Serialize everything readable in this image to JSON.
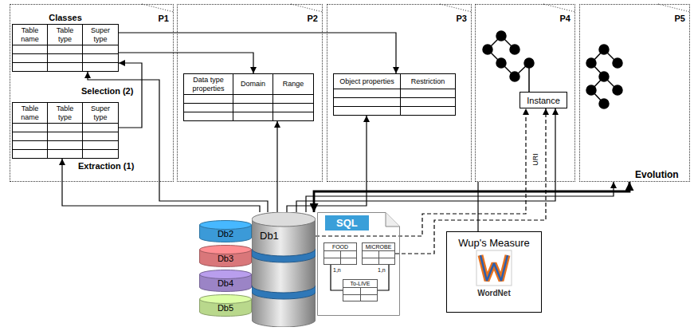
{
  "diagram": {
    "nodes": [
      {
        "text": [
          "P1"
        ]
      },
      {
        "text": [
          "Classes",
          "Table name",
          "Table type",
          "Super type"
        ],
        "in": 0
      },
      {
        "text": [
          "Table name",
          "Table type",
          "Super type"
        ],
        "in": 0
      },
      {
        "text": [
          "P2"
        ]
      },
      {
        "text": [
          "Data type properties",
          "Domain",
          "Range"
        ],
        "in": 3
      },
      {
        "text": [
          "P3"
        ]
      },
      {
        "text": [
          "Object properties",
          "Restriction"
        ],
        "in": 5
      },
      {
        "text": [
          "P4"
        ]
      },
      {
        "text": [
          "Instance"
        ],
        "in": 7
      },
      {
        "text": [
          "P5"
        ]
      },
      {
        "text": [
          "Db1"
        ]
      },
      {
        "text": [
          "Db2"
        ]
      },
      {
        "text": [
          "Db3"
        ]
      },
      {
        "text": [
          "Db4"
        ]
      },
      {
        "text": [
          "Db5"
        ]
      },
      {
        "text": [
          "SQL"
        ]
      },
      {
        "text": [
          "FOOD"
        ],
        "in": 15
      },
      {
        "text": [
          "MICROBE"
        ],
        "in": 15
      },
      {
        "text": [
          "To-LIVE"
        ],
        "in": 15
      },
      {
        "text": [
          "Wup's Measure",
          "WordNet"
        ]
      }
    ],
    "edges": [
      {
        "from": 1,
        "to": 6,
        "arrow": "to"
      },
      {
        "from": 1,
        "to": 4,
        "arrow": "to"
      },
      {
        "from": 2,
        "to": 1,
        "arrow": "to"
      },
      {
        "from": 10,
        "to": 2,
        "arrow": "to"
      },
      {
        "from": 10,
        "to": 1,
        "arrow": "to"
      },
      {
        "from": 10,
        "to": 4,
        "arrow": "to"
      },
      {
        "from": 10,
        "to": 6,
        "arrow": "to"
      },
      {
        "from": 10,
        "to": 8,
        "arrow": "to"
      },
      {
        "from": 10,
        "to": 9,
        "arrow": "to"
      },
      {
        "from": 10,
        "to": 9,
        "label": "Evolution",
        "arrow": "both"
      },
      {
        "from": 11,
        "to": 8,
        "arrow": "to"
      },
      {
        "from": 17,
        "to": 8,
        "arrow": "to"
      },
      {
        "from": 19,
        "to": 7,
        "arrow": "none"
      },
      {
        "from": 16,
        "to": 18,
        "arrow": "none"
      },
      {
        "from": 17,
        "to": 18,
        "arrow": "none"
      }
    ],
    "labels": [
      "Selection (2)",
      "Extraction (1)",
      "URI",
      "1,n",
      "1,n"
    ]
  }
}
